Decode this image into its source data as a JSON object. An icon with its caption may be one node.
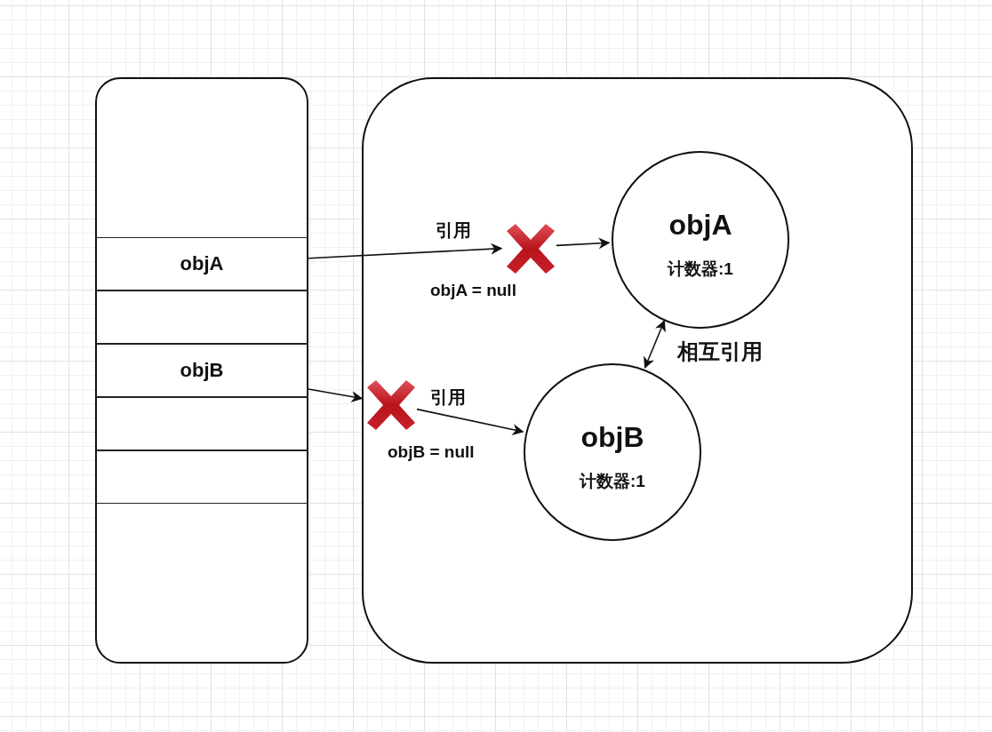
{
  "diagram": {
    "nodes": [
      {
        "text": [],
        "shape": "box"
      },
      {
        "text": [
          "objA"
        ],
        "in": 0
      },
      {
        "text": [],
        "shape": "box",
        "in": 0
      },
      {
        "text": [
          "objB"
        ],
        "in": 0
      },
      {
        "text": [],
        "shape": "box",
        "in": 0
      },
      {
        "text": [],
        "shape": "box",
        "in": 0
      },
      {
        "text": [],
        "shape": "box"
      },
      {
        "text": [],
        "shape": "cross",
        "in": 6,
        "beside": [
          "objA = null"
        ]
      },
      {
        "text": [
          "objA",
          "计数器:1"
        ],
        "in": 6
      },
      {
        "text": [],
        "shape": "cross",
        "in": 6,
        "beside": [
          "objB = null"
        ]
      },
      {
        "text": [
          "objB",
          "计数器:1"
        ],
        "in": 6
      }
    ],
    "edges": [
      {
        "from": 1,
        "to": 7,
        "arrow": "to",
        "label": "引用"
      },
      {
        "from": 7,
        "to": 8,
        "arrow": "to"
      },
      {
        "from": 3,
        "to": 9,
        "arrow": "to"
      },
      {
        "from": 9,
        "to": 10,
        "arrow": "to",
        "label": "引用"
      },
      {
        "from": 8,
        "to": 10,
        "arrow": "both",
        "label": "相互引用"
      }
    ]
  }
}
